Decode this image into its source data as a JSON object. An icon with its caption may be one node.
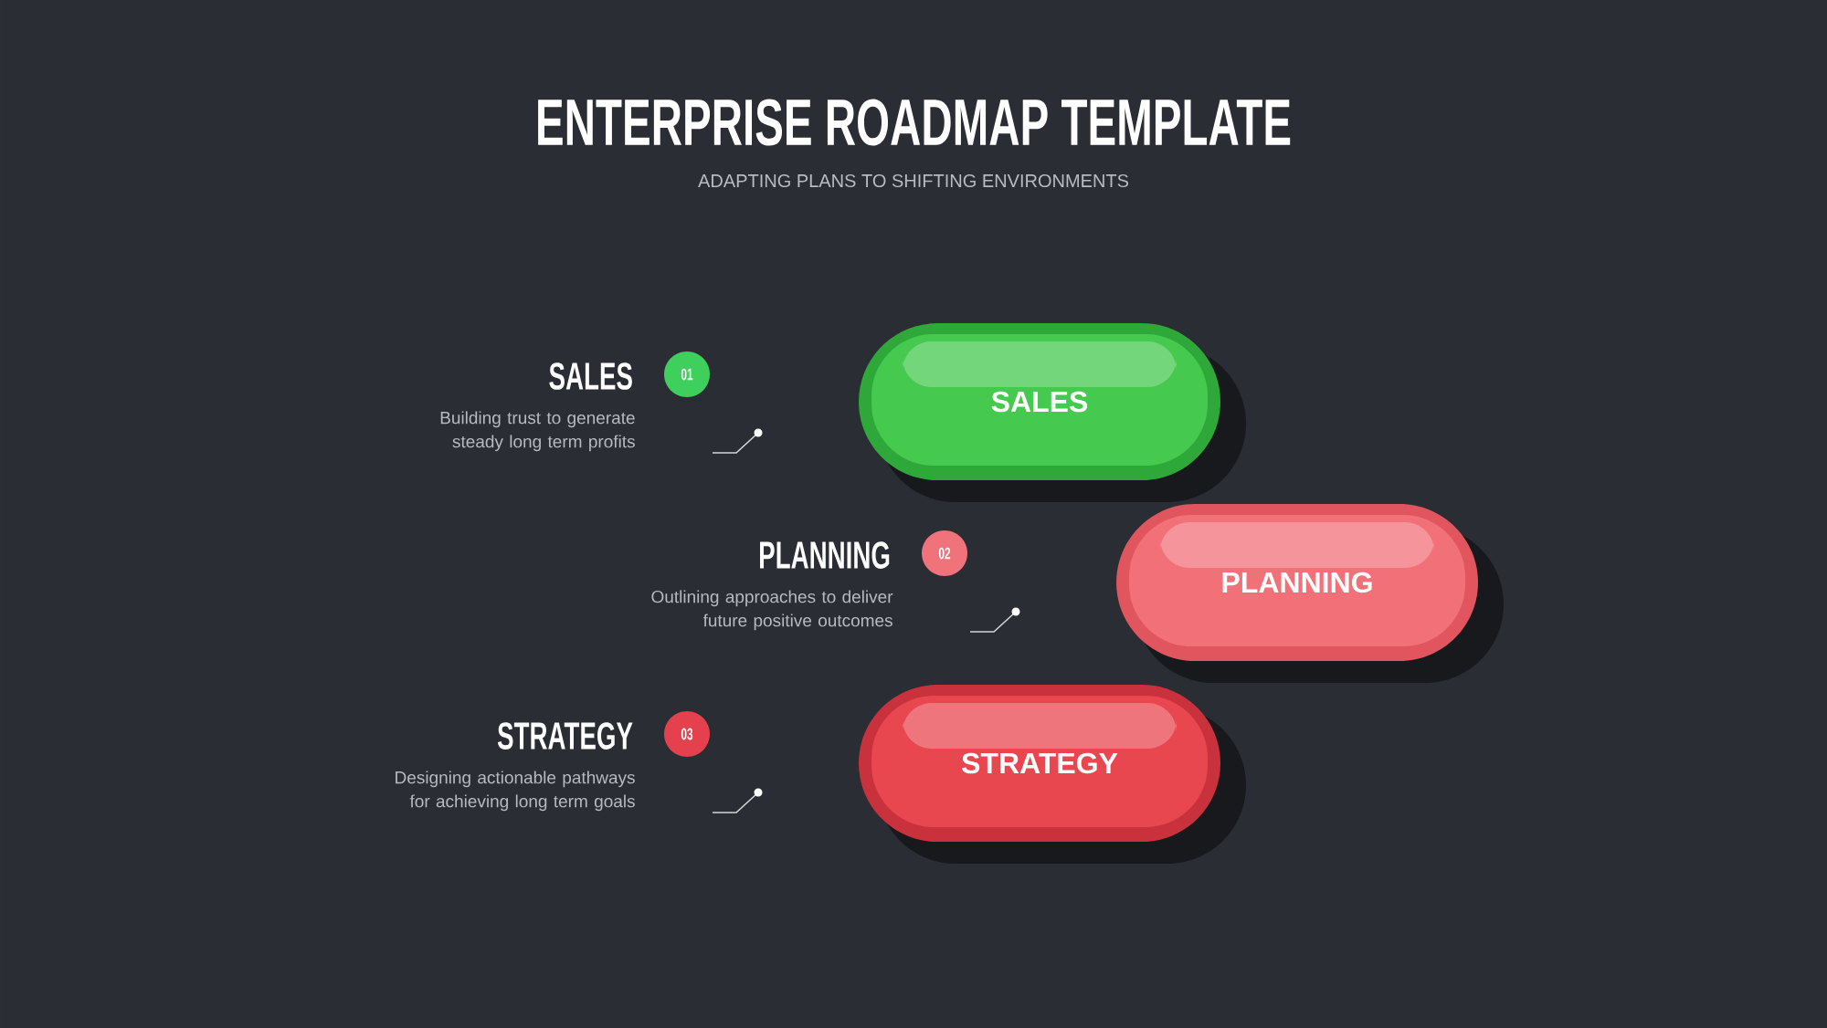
{
  "diagram": {
    "title": "ENTERPRISE ROADMAP TEMPLATE",
    "nodes": [
      {
        "text": [
          "01"
        ],
        "beside": [
          "SALES",
          "Building trust to generate steady long term profits"
        ]
      },
      {
        "text": [
          "SALES"
        ]
      },
      {
        "text": [
          "02"
        ],
        "beside": [
          "PLANNING",
          "Outlining approaches to deliver future positive outcomes"
        ]
      },
      {
        "text": [
          "PLANNING"
        ]
      },
      {
        "text": [
          "03"
        ],
        "beside": [
          "STRATEGY",
          "Designing actionable pathways for achieving long term goals"
        ]
      },
      {
        "text": [
          "STRATEGY"
        ]
      }
    ],
    "labels": [
      "ADAPTING PLANS TO SHIFTING ENVIRONMENTS"
    ]
  }
}
